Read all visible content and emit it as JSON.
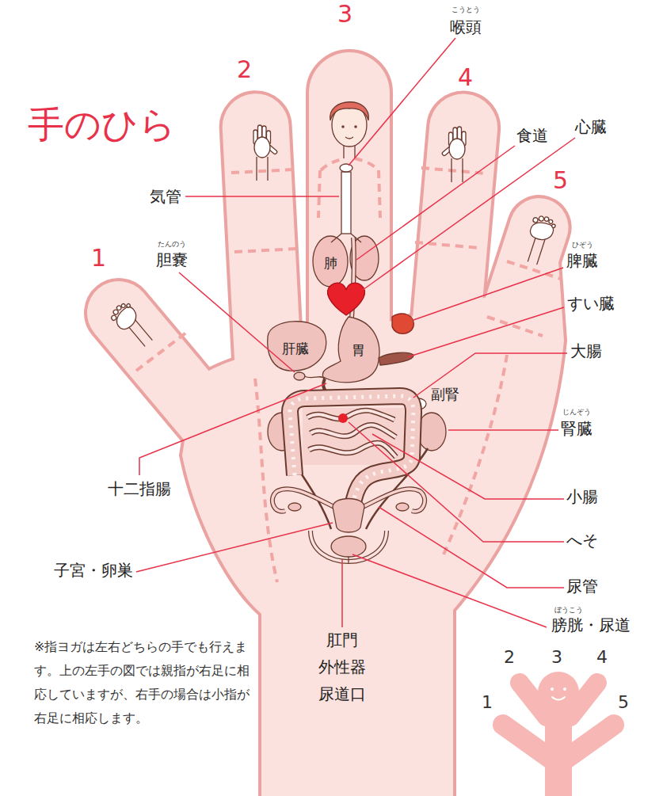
{
  "diagram": {
    "title": "手のひら",
    "labels": [
      "3",
      "こうとう",
      "喉頭",
      "2",
      "4",
      "食道",
      "心臓",
      "気管",
      "5",
      "1",
      "たんのう",
      "胆嚢",
      "ひぞう",
      "脾臓",
      "すい臓",
      "大腸",
      "肺",
      "肝臓",
      "胃",
      "副腎",
      "じんぞう",
      "腎臓",
      "十二指腸",
      "小腸",
      "へそ",
      "子宮・卵巣",
      "尿管",
      "ぼうこう",
      "膀胱・尿道",
      "肛門",
      "外性器",
      "尿道口",
      "※指ヨガは左右どちらの手でも行えます。上の左手の図では親指が右足に相応していますが、右手の場合は小指が右足に相応します。",
      "2",
      "3",
      "4",
      "1",
      "5"
    ]
  }
}
